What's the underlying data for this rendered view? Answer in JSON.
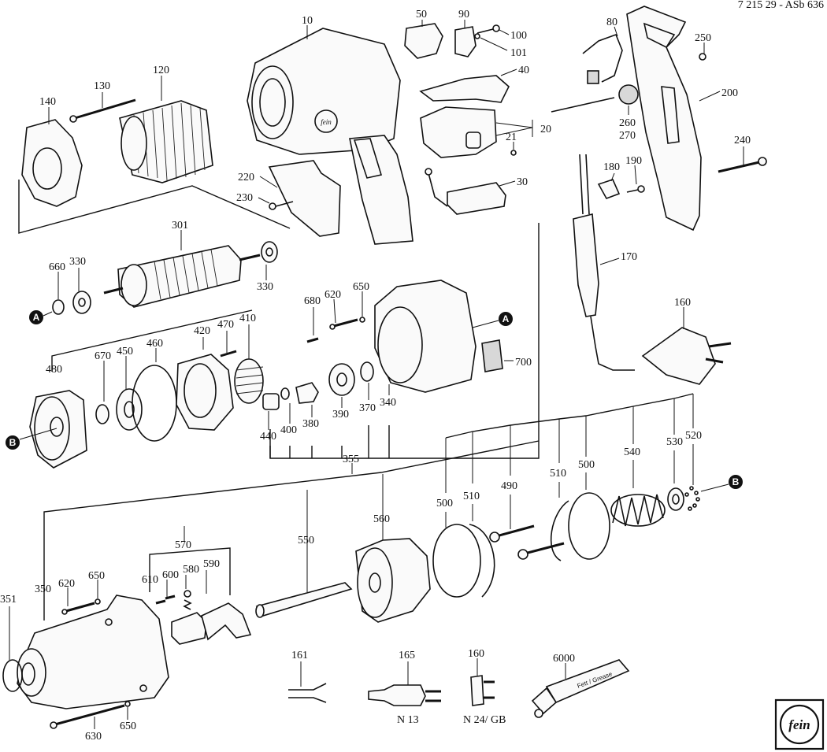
{
  "document_code": "7 215 29 - ASb 636",
  "part_labels": {
    "p10": "10",
    "p50": "50",
    "p90": "90",
    "p100": "100",
    "p101": "101",
    "p80": "80",
    "p250": "250",
    "p40": "40",
    "p200": "200",
    "p120": "120",
    "p130": "130",
    "p140": "140",
    "p20": "20",
    "p21": "21",
    "p260": "260",
    "p270": "270",
    "p240": "240",
    "p180": "180",
    "p190": "190",
    "p220": "220",
    "p230": "230",
    "p30": "30",
    "p301": "301",
    "p660": "660",
    "p330a": "330",
    "p330b": "330",
    "p170": "170",
    "p680": "680",
    "p620a": "620",
    "p650a": "650",
    "p160a": "160",
    "p420": "420",
    "p470": "470",
    "p410": "410",
    "p460": "460",
    "p670": "670",
    "p450": "450",
    "p480": "480",
    "p700": "700",
    "p440": "440",
    "p400": "400",
    "p380": "380",
    "p390": "390",
    "p370": "370",
    "p340": "340",
    "p355": "355",
    "p510a": "510",
    "p500a": "500",
    "p540": "540",
    "p530": "530",
    "p520": "520",
    "p500b": "500",
    "p510b": "510",
    "p490": "490",
    "p560": "560",
    "p550": "550",
    "p570": "570",
    "p610": "610",
    "p600": "600",
    "p580": "580",
    "p590": "590",
    "p351": "351",
    "p350": "350",
    "p620b": "620",
    "p650b": "650",
    "p161": "161",
    "p165": "165",
    "p160b": "160",
    "p6000": "6000",
    "p630": "630",
    "p650c": "650"
  },
  "markers": {
    "a_left": "A",
    "a_right": "A",
    "b_left": "B",
    "b_right": "B"
  },
  "plug_variants": {
    "n13": "N 13",
    "n24gb": "N 24/ GB"
  },
  "grease_tube_text": "Fett / Grease",
  "logo_text": "fein"
}
